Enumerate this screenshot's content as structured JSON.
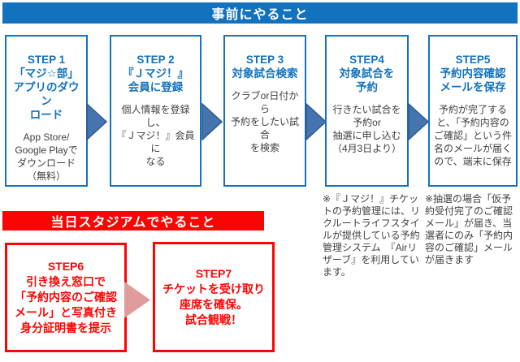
{
  "colors": {
    "blue": "#1272BD",
    "arrow_blue_fill": "#4674AE",
    "arrow_blue_border": "#2F5B8F",
    "red": "#FB0503",
    "arrow_red_fill": "#E09B9B",
    "body_text": "#404040"
  },
  "sections": {
    "advance": {
      "header": "事前にやること",
      "steps": [
        {
          "title": "STEP 1\n「マジ☆部」\nアプリのダウン\nロード",
          "body": "App Store/\nGoogle Playで\nダウンロード\n（無料）"
        },
        {
          "title": "STEP 2\n『Ｊマジ！』\n会員に登録",
          "body": "個人情報を登録し、\n『Ｊマジ！』会員に\nなる"
        },
        {
          "title": "STEP 3\n対象試合検索",
          "body": "クラブor日付から\n予約をしたい試合\nを検索"
        },
        {
          "title": "STEP4\n対象試合を\n予約",
          "body": "行きたい試合を\n予約or\n抽選に申し込む\n（4月3日より）"
        },
        {
          "title": "STEP5\n予約内容確認\nメールを保存",
          "body": "予約が完了すると、「予約内容のご確認」という件名のメールが届くので、端末に保存"
        }
      ],
      "footnotes": [
        "※『Ｊマジ！』チケットの予約管理には、リクルートライフスタイルが提供している予約管理システム　『Airリザーブ』を利用しています。",
        "※抽選の場合「仮予約受付完了のご確認メール」が届き、当選者にのみ「予約内容のご確認」メールが届きます"
      ]
    },
    "matchday": {
      "header": "当日スタジアムでやること",
      "steps": [
        {
          "title": "STEP6\n引き換え窓口で\n「予約内容のご確認\nメール」と写真付き\n身分証明書を提示"
        },
        {
          "title": "STEP7\nチケットを受け取り\n座席を確保。\n試合観戦！"
        }
      ]
    }
  }
}
